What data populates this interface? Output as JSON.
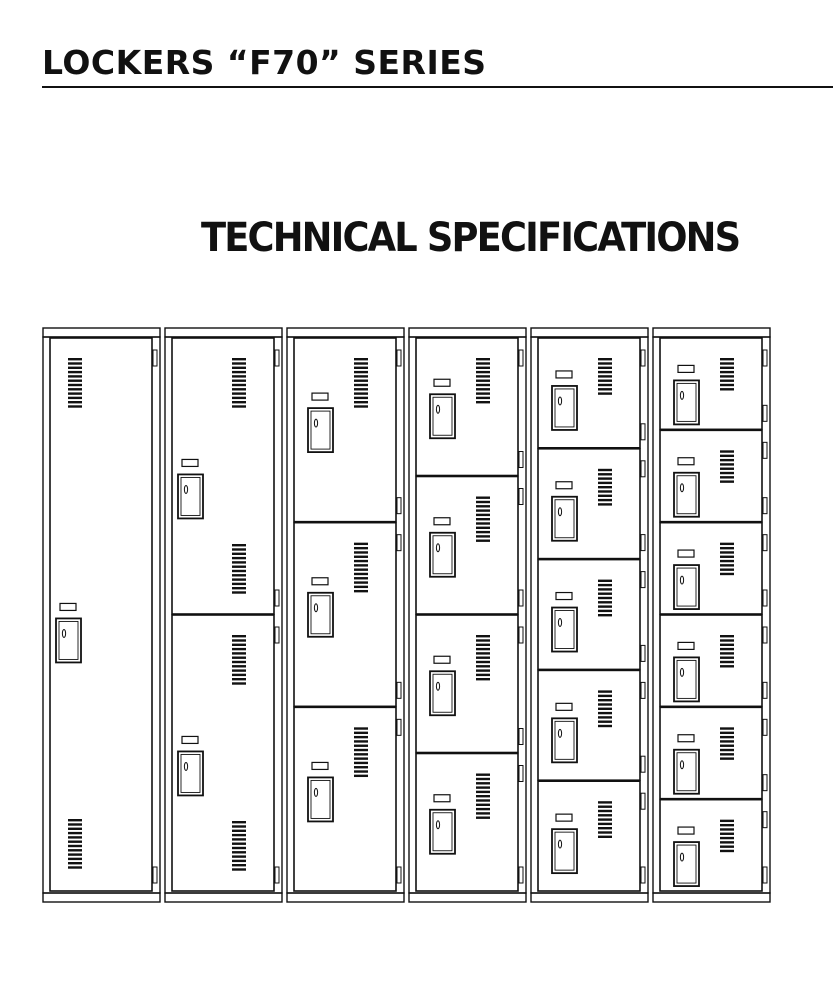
{
  "header": {
    "series_title": "LOCKERS “F70” SERIES"
  },
  "section": {
    "heading": "TECHNICAL SPECIFICATIONS"
  },
  "lockers": [
    {
      "tiers": 1
    },
    {
      "tiers": 2
    },
    {
      "tiers": 3
    },
    {
      "tiers": 4
    },
    {
      "tiers": 5
    },
    {
      "tiers": 6
    }
  ],
  "colors": {
    "ink": "#111111",
    "paper": "#ffffff"
  }
}
